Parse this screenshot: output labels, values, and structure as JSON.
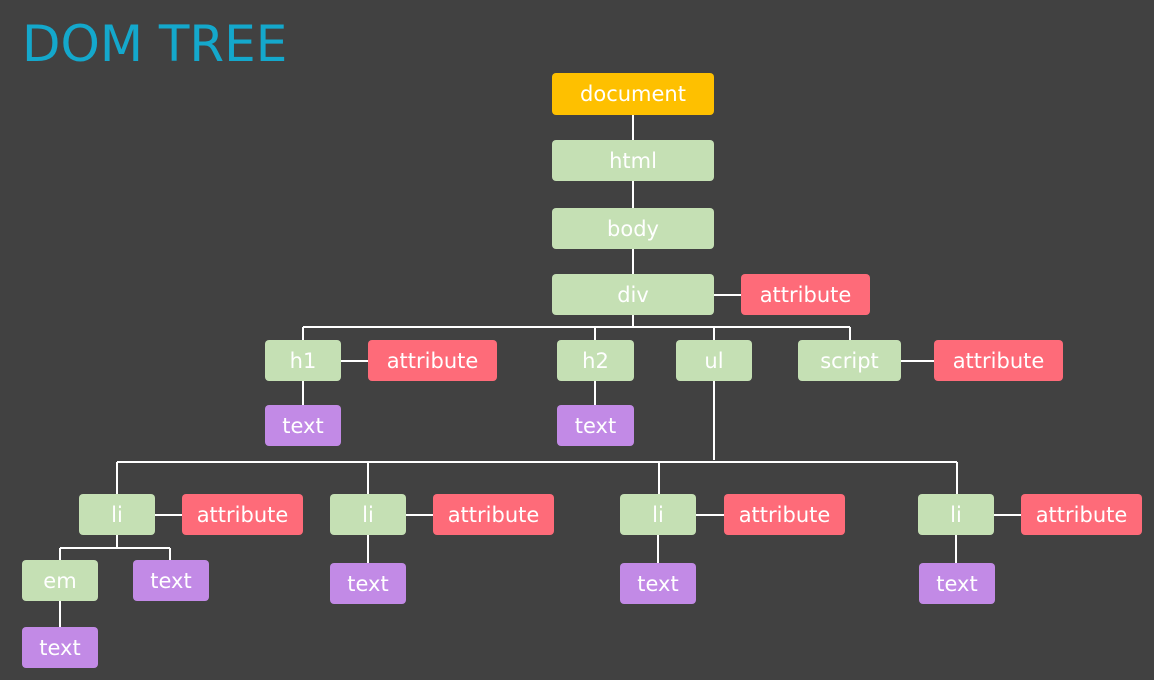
{
  "title": "DOM TREE",
  "colors": {
    "background": "#414141",
    "title": "#14a8cc",
    "document": "#fec000",
    "element": "#c5e0b4",
    "attribute": "#fe6b79",
    "text": "#c28ae6",
    "connector": "#ffffff"
  },
  "nodes": {
    "document": "document",
    "html": "html",
    "body": "body",
    "div": "div",
    "div_attribute": "attribute",
    "h1": "h1",
    "h1_attribute": "attribute",
    "h1_text": "text",
    "h2": "h2",
    "h2_text": "text",
    "ul": "ul",
    "script": "script",
    "script_attribute": "attribute",
    "li1": "li",
    "li1_attribute": "attribute",
    "em": "em",
    "em_text": "text",
    "li1_text": "text",
    "li2": "li",
    "li2_attribute": "attribute",
    "li2_text": "text",
    "li3": "li",
    "li3_attribute": "attribute",
    "li3_text": "text",
    "li4": "li",
    "li4_attribute": "attribute",
    "li4_text": "text"
  }
}
